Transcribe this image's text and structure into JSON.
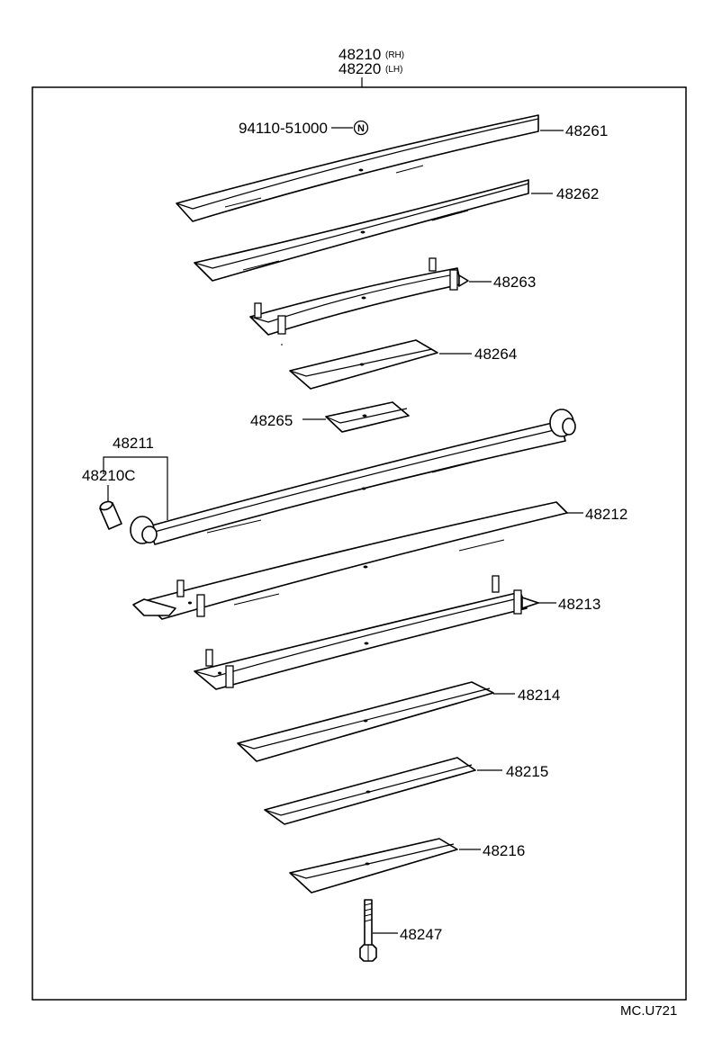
{
  "assembly": {
    "number_rh": "48210",
    "suffix_rh": "(RH)",
    "number_lh": "48220",
    "suffix_lh": "(LH)"
  },
  "parts": {
    "nut_number": "94110-51000",
    "nut_symbol": "N",
    "leaf_1": "48261",
    "leaf_2": "48262",
    "leaf_3": "48263",
    "leaf_4": "48264",
    "leaf_5": "48265",
    "main_leaf": "48211",
    "bushing": "48210C",
    "leaf_6": "48212",
    "leaf_7": "48213",
    "leaf_8": "48214",
    "leaf_9": "48215",
    "leaf_10": "48216",
    "center_bolt": "48247"
  },
  "footer": {
    "code": "MC.U721"
  }
}
